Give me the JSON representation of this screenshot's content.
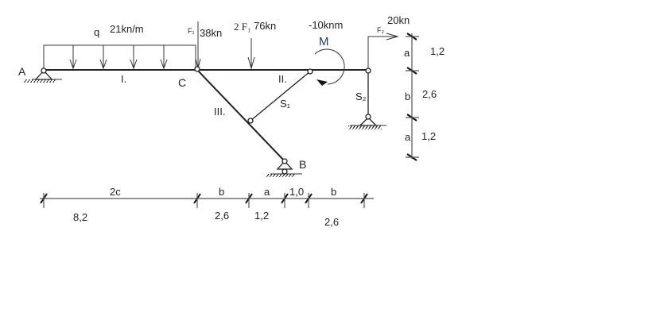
{
  "labels": {
    "point_a": "A",
    "point_b": "B",
    "point_c": "C",
    "member_1": "I.",
    "member_2": "II.",
    "member_3": "III.",
    "strut_1": "S₁",
    "strut_2": "S₂"
  },
  "loads": {
    "q_symbol": "q",
    "q_value": "21kn/m",
    "f1_symbol": "F₁",
    "f1_value": "38kn",
    "f2x_symbol": "2 F₁",
    "f2x_value": "76kn",
    "moment_symbol": "M",
    "moment_value": "-10knm",
    "f2_symbol": "F₂",
    "f2_value": "20kn"
  },
  "horizontal_dimensions": [
    {
      "symbol": "2c",
      "value": "8,2"
    },
    {
      "symbol": "b",
      "value": "2,6"
    },
    {
      "symbol": "a",
      "value": "1,2"
    },
    {
      "symbol": "",
      "value": "1,0"
    },
    {
      "symbol": "b",
      "value": "2,6"
    }
  ],
  "vertical_dimensions": [
    {
      "symbol": "a",
      "value": "1,2"
    },
    {
      "symbol": "b",
      "value": "2,6"
    },
    {
      "symbol": "a",
      "value": "1,2"
    }
  ]
}
